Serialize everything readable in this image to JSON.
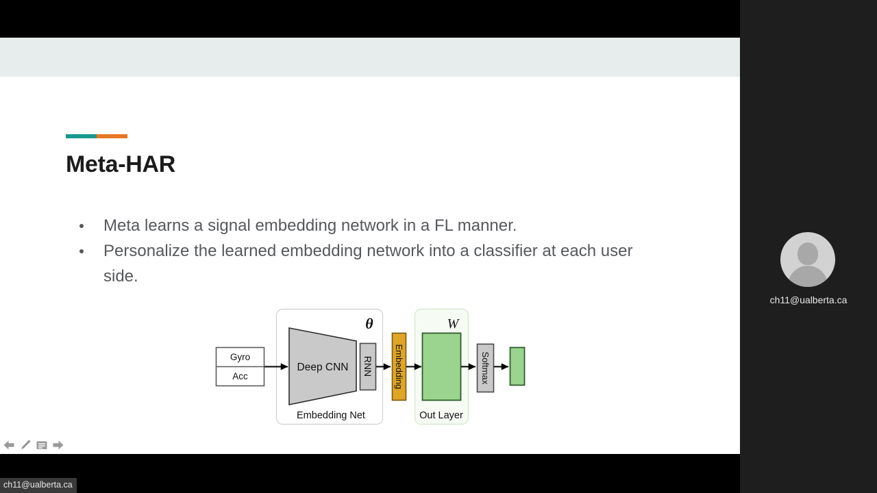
{
  "window": {
    "background_color": "#000000",
    "presenter_band_color": "#e7ecec",
    "panel_color": "#1e1e1e"
  },
  "slide": {
    "title": "Meta-HAR",
    "accent": {
      "left_color": "#17998f",
      "right_color": "#e87722"
    },
    "bullets": [
      "Meta learns a signal embedding network in a FL manner.",
      "Personalize the learned embedding network into a classifier at each user side."
    ],
    "diagram": {
      "inputs": [
        "Gyro",
        "Acc"
      ],
      "embedding_net": {
        "group_label": "Embedding Net",
        "param_symbol": "θ",
        "cnn_label": "Deep CNN",
        "rnn_label": "RNN"
      },
      "embedding_bar": {
        "label": "Embedding",
        "fill_color": "#e0a526",
        "border_color": "#7a5a12"
      },
      "out_layer": {
        "group_label": "Out Layer",
        "param_symbol": "W",
        "weight_fill_color": "#9ad48e",
        "weight_border_color": "#2f5e2b"
      },
      "softmax_label": "Softmax",
      "output_bar": {
        "fill_color": "#9ad48e",
        "border_color": "#2f5e2b"
      },
      "box_fill_color": "#c9c9c9",
      "box_border_color": "#4a4a4a"
    }
  },
  "toolbar": {
    "items": [
      {
        "name": "previous-slide",
        "icon": "left-arrow-icon"
      },
      {
        "name": "annotate",
        "icon": "pencil-icon"
      },
      {
        "name": "speaker-notes",
        "icon": "notes-icon"
      },
      {
        "name": "next-slide",
        "icon": "right-arrow-icon"
      }
    ]
  },
  "badge": {
    "label": "ch11@ualberta.ca"
  },
  "participant": {
    "name": "ch11@ualberta.ca",
    "avatar_icon": "person-avatar-icon"
  }
}
